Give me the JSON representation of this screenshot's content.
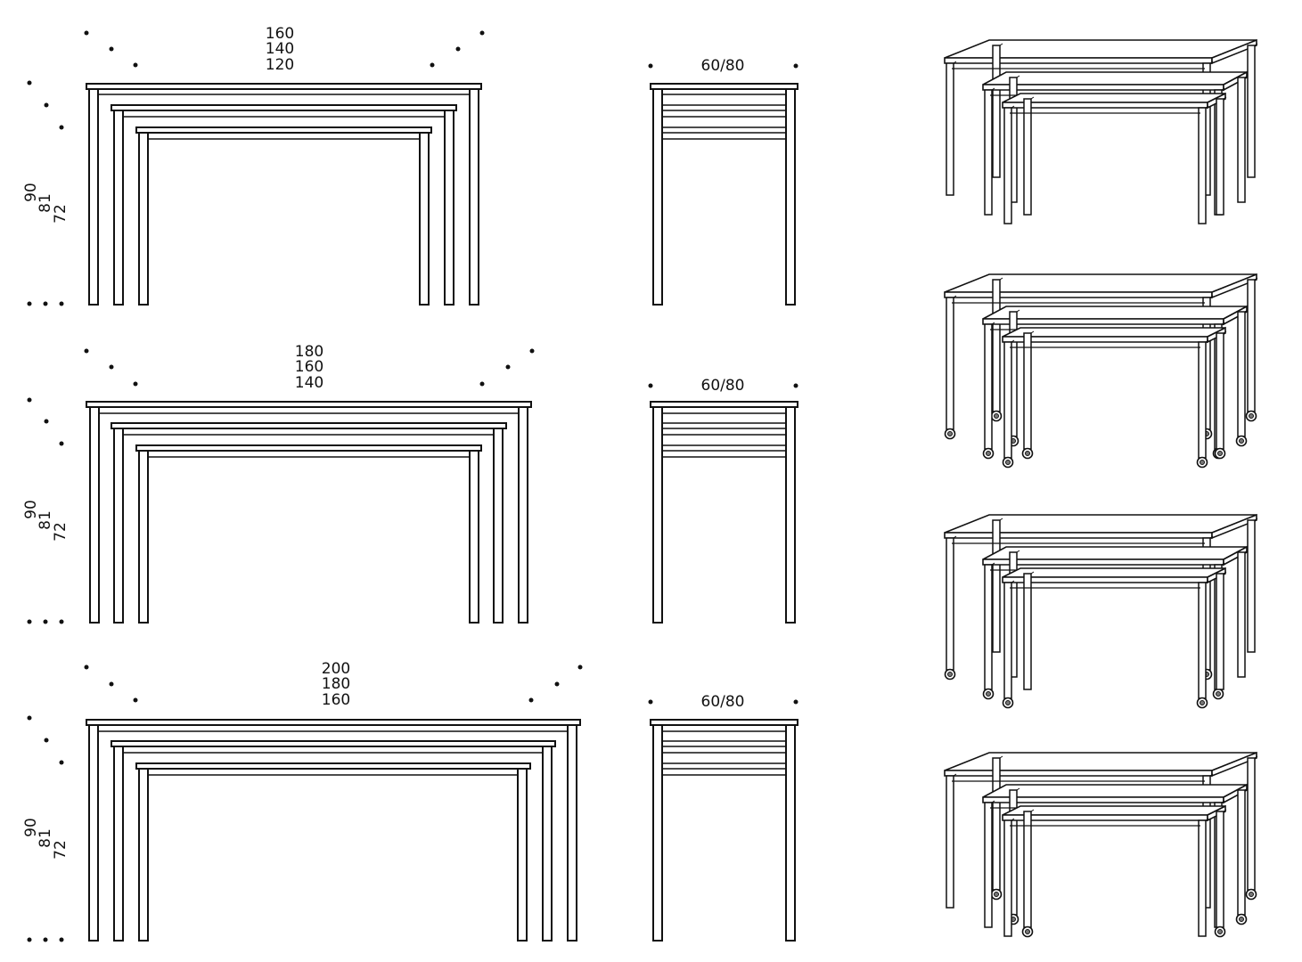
{
  "rows": [
    {
      "widths": [
        "160",
        "140",
        "120"
      ],
      "heights": [
        "90",
        "81",
        "72"
      ],
      "depth": "60/80",
      "casters": "none"
    },
    {
      "widths": [
        "180",
        "160",
        "140"
      ],
      "heights": [
        "90",
        "81",
        "72"
      ],
      "depth": "60/80",
      "casters": "all"
    },
    {
      "widths": [
        "200",
        "180",
        "160"
      ],
      "heights": [
        "90",
        "81",
        "72"
      ],
      "depth": "60/80",
      "casters": "partial"
    }
  ],
  "perspective_views": [
    {
      "casters": "none"
    },
    {
      "casters": "all"
    },
    {
      "casters": "front"
    },
    {
      "casters": "rear"
    }
  ]
}
